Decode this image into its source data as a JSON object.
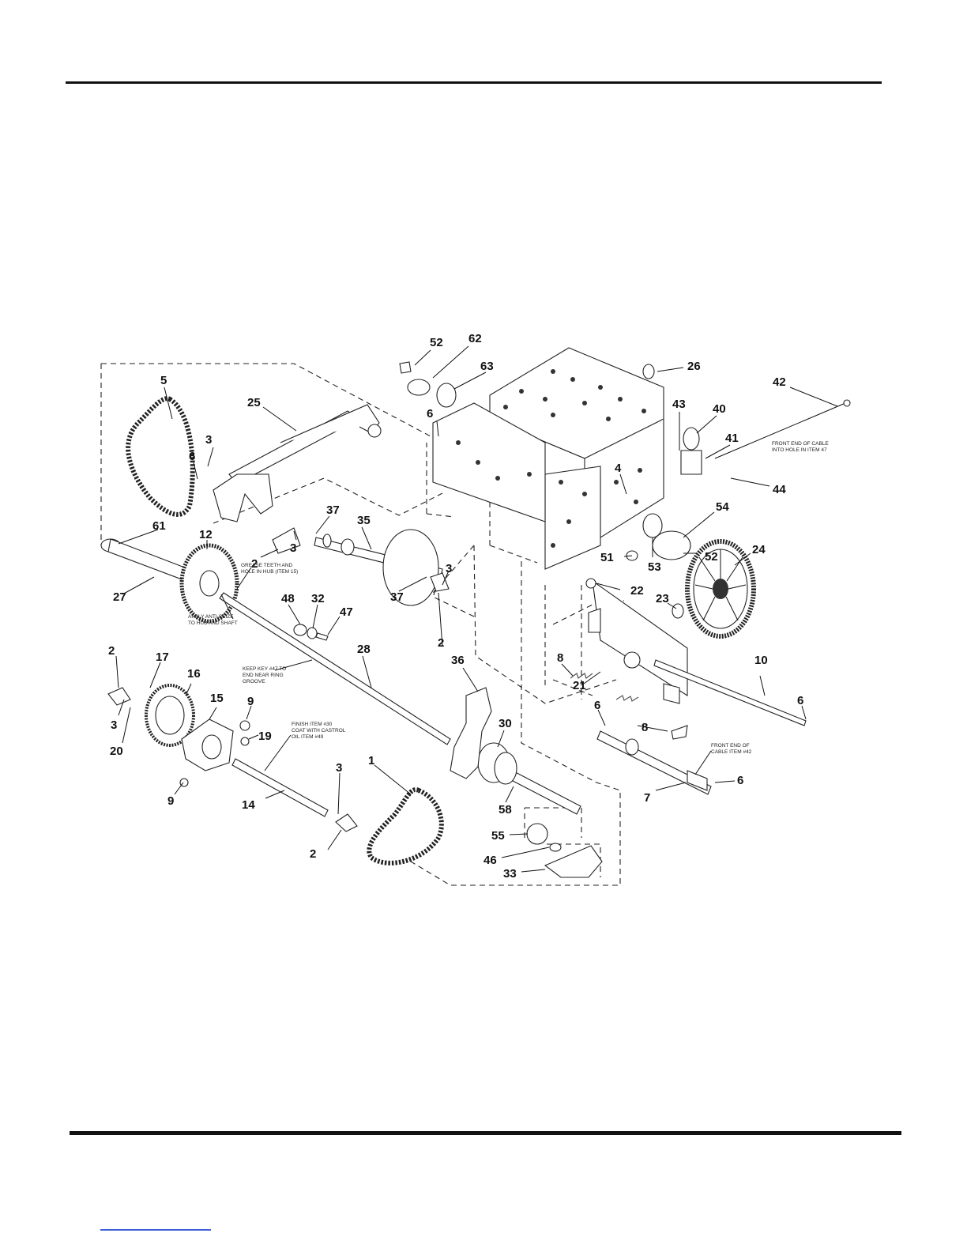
{
  "callouts": [
    {
      "id": "c52a",
      "label": "52"
    },
    {
      "id": "c62",
      "label": "62"
    },
    {
      "id": "c63",
      "label": "63"
    },
    {
      "id": "c26",
      "label": "26"
    },
    {
      "id": "c42",
      "label": "42"
    },
    {
      "id": "c5",
      "label": "5"
    },
    {
      "id": "c25",
      "label": "25"
    },
    {
      "id": "c6a",
      "label": "6"
    },
    {
      "id": "c43",
      "label": "43"
    },
    {
      "id": "c40",
      "label": "40"
    },
    {
      "id": "c41",
      "label": "41"
    },
    {
      "id": "c3a",
      "label": "3"
    },
    {
      "id": "c6b",
      "label": "6"
    },
    {
      "id": "c4",
      "label": "4"
    },
    {
      "id": "c44",
      "label": "44"
    },
    {
      "id": "c54",
      "label": "54"
    },
    {
      "id": "c61",
      "label": "61"
    },
    {
      "id": "c12",
      "label": "12"
    },
    {
      "id": "c37a",
      "label": "37"
    },
    {
      "id": "c35",
      "label": "35"
    },
    {
      "id": "c2a",
      "label": "2"
    },
    {
      "id": "c3b",
      "label": "3"
    },
    {
      "id": "c52b",
      "label": "52"
    },
    {
      "id": "c24",
      "label": "24"
    },
    {
      "id": "c51",
      "label": "51"
    },
    {
      "id": "c53",
      "label": "53"
    },
    {
      "id": "c27",
      "label": "27"
    },
    {
      "id": "c3c",
      "label": "3"
    },
    {
      "id": "c22",
      "label": "22"
    },
    {
      "id": "c48",
      "label": "48"
    },
    {
      "id": "c32",
      "label": "32"
    },
    {
      "id": "c47",
      "label": "47"
    },
    {
      "id": "c23",
      "label": "23"
    },
    {
      "id": "c37b",
      "label": "37"
    },
    {
      "id": "c2b",
      "label": "2"
    },
    {
      "id": "c2c",
      "label": "2"
    },
    {
      "id": "c17",
      "label": "17"
    },
    {
      "id": "c28",
      "label": "28"
    },
    {
      "id": "c36",
      "label": "36"
    },
    {
      "id": "c8a",
      "label": "8"
    },
    {
      "id": "c10",
      "label": "10"
    },
    {
      "id": "c16",
      "label": "16"
    },
    {
      "id": "c15",
      "label": "15"
    },
    {
      "id": "c9a",
      "label": "9"
    },
    {
      "id": "c21",
      "label": "21"
    },
    {
      "id": "c6c",
      "label": "6"
    },
    {
      "id": "c8b",
      "label": "8"
    },
    {
      "id": "c6d",
      "label": "6"
    },
    {
      "id": "c3d",
      "label": "3"
    },
    {
      "id": "c20",
      "label": "20"
    },
    {
      "id": "c19",
      "label": "19"
    },
    {
      "id": "c30",
      "label": "30"
    },
    {
      "id": "c1",
      "label": "1"
    },
    {
      "id": "c3e",
      "label": "3"
    },
    {
      "id": "c9b",
      "label": "9"
    },
    {
      "id": "c14",
      "label": "14"
    },
    {
      "id": "c58",
      "label": "58"
    },
    {
      "id": "c7",
      "label": "7"
    },
    {
      "id": "c6e",
      "label": "6"
    },
    {
      "id": "c55",
      "label": "55"
    },
    {
      "id": "c2d",
      "label": "2"
    },
    {
      "id": "c46",
      "label": "46"
    },
    {
      "id": "c33",
      "label": "33"
    }
  ],
  "notes": {
    "cable_front": [
      "FRONT END OF CABLE",
      "INTO HOLE IN ITEM 47"
    ],
    "grease_teeth": [
      "GREASE TEETH AND",
      "HOLE IN HUB (ITEM 15)"
    ],
    "anti_seize": [
      "APPLY ANTI-SEIZE",
      "TO HUB AND SHAFT"
    ],
    "keep_key": [
      "KEEP KEY #47 TO",
      "END NEAR RING",
      "GROOVE"
    ],
    "finish_item": [
      "FINISH ITEM #30",
      "COAT WITH CASTROL",
      "OIL ITEM #49"
    ],
    "front_cable_42": [
      "FRONT END OF",
      "CABLE ITEM #42"
    ]
  }
}
